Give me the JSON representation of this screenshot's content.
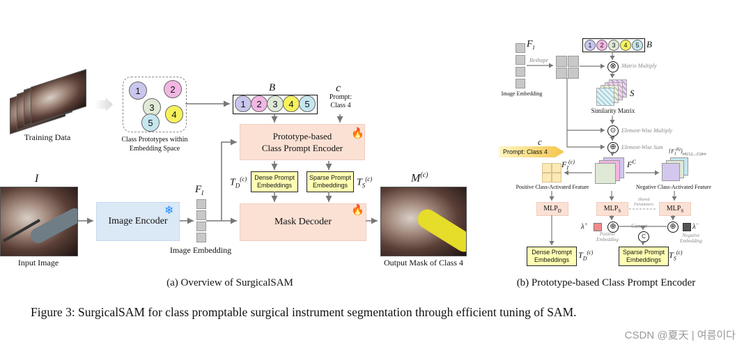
{
  "overview": {
    "training_data_label": "Training Data",
    "prototypes_label_line1": "Class Prototypes within",
    "prototypes_label_line2": "Embedding Space",
    "proto_circles": [
      "1",
      "2",
      "3",
      "4",
      "5"
    ],
    "b_label": "B",
    "c_label": "c",
    "prompt_label_line1": "Prompt:",
    "prompt_label_line2": "Class 4",
    "encoder_line1": "Prototype-based",
    "encoder_line2": "Class Prompt Encoder",
    "dense_line1": "Dense Prompt",
    "dense_line2": "Embeddings",
    "sparse_line1": "Sparse Prompt",
    "sparse_line2": "Embeddings",
    "td_label": "T",
    "td_sub": "D",
    "td_sup": "(c)",
    "ts_label": "T",
    "ts_sub": "S",
    "ts_sup": "(c)",
    "i_label": "I",
    "input_image_label": "Input Image",
    "image_encoder_label": "Image Encoder",
    "fi_label": "F",
    "fi_sub": "I",
    "image_embedding_label": "Image Embedding",
    "mask_decoder_label": "Mask Decoder",
    "m_label": "M",
    "m_sup": "(c)",
    "output_label": "Output Mask of Class 4",
    "caption": "(a) Overview of SurgicalSAM"
  },
  "encoder_detail": {
    "fi_label": "F",
    "fi_sub": "I",
    "b_label": "B",
    "reshape_label": "Reshape",
    "image_embedding_label": "Image Embedding",
    "matrix_multiply_label": "Matrix Multiply",
    "s_label": "S",
    "similarity_label": "Similarity Matrix",
    "element_wise_multiply_label": "Element-Wise Multiply",
    "element_wise_sum_label": "Element-Wise Sum",
    "c_label": "c",
    "prompt_class_label": "Prompt: Class 4",
    "fic_label": "F",
    "fic_sub": "I",
    "fic_sup": "(c)",
    "ficbar_label": "F",
    "ficbar_sup": "C",
    "neg_set_label": "{F",
    "neg_set_sub": "I",
    "neg_set_sup": "(k)",
    "neg_set_tail": "}",
    "neg_set_cond": "k∈{1,2,...,C},k≠c",
    "positive_feature_label": "Positive Class-Activated Feature",
    "negative_feature_label": "Negative Class-Activated Feature",
    "mlp_d_label": "MLP",
    "mlp_d_sub": "D",
    "mlp_s_label": "MLP",
    "mlp_s_sub": "S",
    "mlp_s2_label": "MLP",
    "mlp_s2_sub": "S",
    "shared_params_line1": "Shared",
    "shared_params_line2": "Parameters",
    "lambda_pos": "λ",
    "lambda_pos_sup": "+",
    "lambda_neg": "λ",
    "lambda_neg_sup": "−",
    "positive_embedding_line1": "Positive",
    "positive_embedding_line2": "Embedding",
    "negative_embedding_line1": "Negative",
    "negative_embedding_line2": "Embedding",
    "concat_label": "Concat",
    "concat_symbol": "C",
    "dense_line1": "Dense Prompt",
    "dense_line2": "Embeddings",
    "sparse_line1": "Sparse Prompt",
    "sparse_line2": "Embeddings",
    "td_label": "T",
    "td_sub": "D",
    "td_sup": "(c)",
    "ts_label": "T",
    "ts_sub": "S",
    "ts_sup": "(c)",
    "caption": "(b) Prototype-based Class Prompt Encoder"
  },
  "figure_caption": "Figure 3: SurgicalSAM for class promptable surgical instrument segmentation through efficient tuning of SAM.",
  "watermark": "CSDN @夏天 | 여름이다",
  "colors": {
    "circle_1": "#c9c7ee",
    "circle_2": "#f2b6e3",
    "circle_3": "#dfe9d6",
    "circle_4": "#f6f25b",
    "circle_5": "#c6e6ef",
    "peach": "#fbe1d4",
    "blue": "#dbe8f6",
    "yellow": "#ffffb3",
    "arrow": "#777777",
    "positive_color": "#f08a8a",
    "negative_color": "#555555"
  },
  "icons": [
    "fire-icon",
    "snowflake-icon"
  ]
}
